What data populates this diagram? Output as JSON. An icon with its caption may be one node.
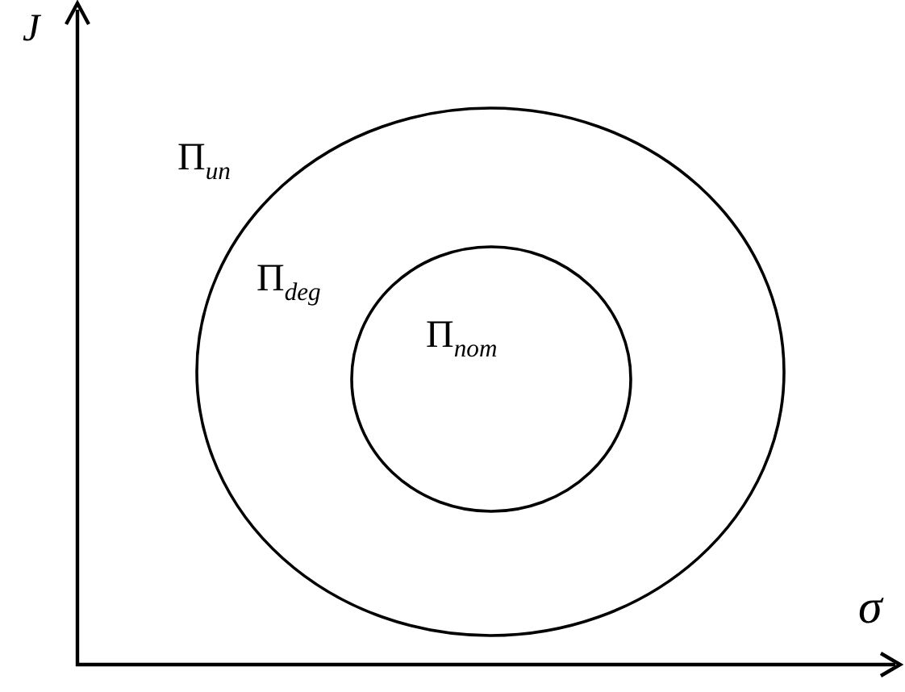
{
  "diagram": {
    "nodes": [
      {
        "text": [
          "Π$_{deg}$"
        ]
      },
      {
        "text": [
          "Π$_{nom}$"
        ],
        "in": 0
      }
    ],
    "labels": [
      "J",
      "σ",
      "Π$_{un}$"
    ]
  }
}
